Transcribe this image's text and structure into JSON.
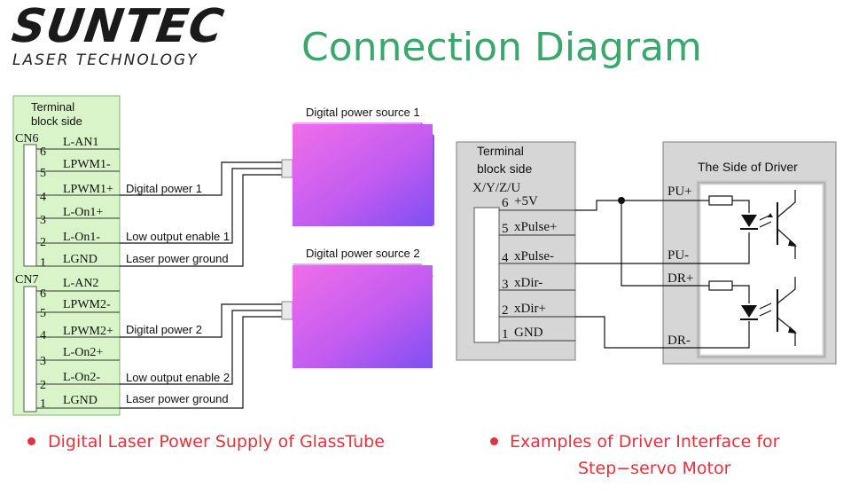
{
  "logo": {
    "brand": "SUNTEC",
    "tagline": "LASER TECHNOLOGY"
  },
  "title": "Connection Diagram",
  "left_block": {
    "heading_line1": "Terminal",
    "heading_line2": "block side",
    "cn6": {
      "label": "CN6",
      "pins": [
        {
          "num": "6",
          "name": "L-AN1"
        },
        {
          "num": "5",
          "name": "LPWM1-"
        },
        {
          "num": "4",
          "name": "LPWM1+"
        },
        {
          "num": "3",
          "name": "L-On1+"
        },
        {
          "num": "2",
          "name": "L-On1-"
        },
        {
          "num": "1",
          "name": "LGND"
        }
      ]
    },
    "cn7": {
      "label": "CN7",
      "pins": [
        {
          "num": "6",
          "name": "L-AN2"
        },
        {
          "num": "5",
          "name": "LPWM2-"
        },
        {
          "num": "4",
          "name": "LPWM2+"
        },
        {
          "num": "3",
          "name": "L-On2+"
        },
        {
          "num": "2",
          "name": "L-On2-"
        },
        {
          "num": "1",
          "name": "LGND"
        }
      ]
    },
    "wire_labels_1": [
      "Digital power 1",
      "Low output enable 1",
      "Laser power ground"
    ],
    "wire_labels_2": [
      "Digital power 2",
      "Low output enable 2",
      "Laser power ground"
    ]
  },
  "power_sources": [
    "Digital power source 1",
    "Digital power source 2"
  ],
  "right_block": {
    "heading_line1": "Terminal",
    "heading_line2": "block side",
    "axes": "X/Y/Z/U",
    "pins": [
      {
        "num": "6",
        "name": "+5V"
      },
      {
        "num": "5",
        "name": "xPulse+"
      },
      {
        "num": "4",
        "name": "xPulse-"
      },
      {
        "num": "3",
        "name": "xDir-"
      },
      {
        "num": "2",
        "name": "xDir+"
      },
      {
        "num": "1",
        "name": "GND"
      }
    ]
  },
  "driver": {
    "title": "The Side of Driver",
    "terminals": [
      "PU+",
      "PU-",
      "DR+",
      "DR-"
    ]
  },
  "captions": {
    "left": "Digital Laser Power Supply of GlassTube",
    "right_line1": "Examples of Driver Interface for",
    "right_line2": "Step−servo Motor"
  },
  "colors": {
    "title_green": "#3aa76d",
    "caption_red": "#e0343c",
    "terminal_panel": "#d9f4c8",
    "driver_panel": "#d6d6d6",
    "power_source_top": "#ee66e6",
    "power_source_bottom": "#8a4cf2"
  }
}
